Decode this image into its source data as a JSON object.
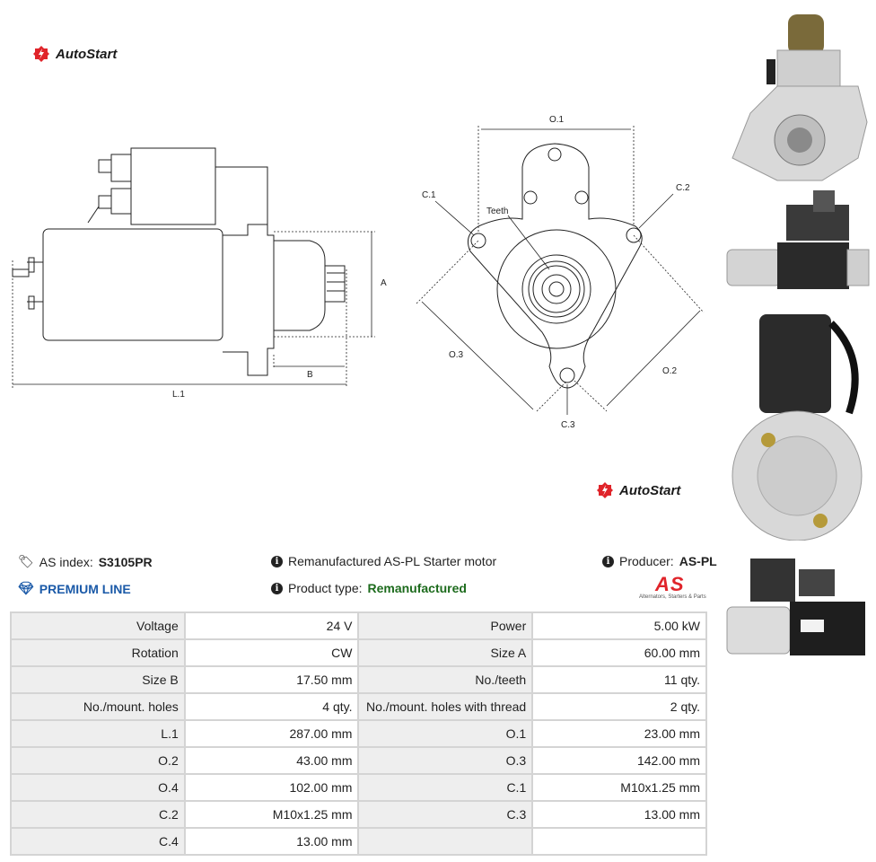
{
  "brand": {
    "name": "AutoStart",
    "accent": "#e0242a"
  },
  "drawing_labels": {
    "o1": "O.1",
    "c1": "C.1",
    "c2": "C.2",
    "c3": "C.3",
    "teeth": "Teeth",
    "o3": "O.3",
    "o2": "O.2",
    "a": "A",
    "b": "B",
    "l1": "L.1"
  },
  "thumbnails": [
    {
      "icon": "starter-front-photo"
    },
    {
      "icon": "starter-side-photo"
    },
    {
      "icon": "starter-rear-photo"
    },
    {
      "icon": "starter-side-label-photo"
    }
  ],
  "info": {
    "as_index_label": "AS index:",
    "as_index_value": "S3105PR",
    "description": "Remanufactured AS-PL Starter motor",
    "producer_label": "Producer:",
    "producer_value": "AS-PL",
    "premium": "PREMIUM LINE",
    "product_type_label": "Product type:",
    "product_type_value": "Remanufactured",
    "as_logo_text": "AS",
    "as_logo_sub": "Alternators, Starters & Parts"
  },
  "specs": [
    {
      "l1": "Voltage",
      "v1": "24 V",
      "l2": "Power",
      "v2": "5.00 kW"
    },
    {
      "l1": "Rotation",
      "v1": "CW",
      "l2": "Size A",
      "v2": "60.00 mm"
    },
    {
      "l1": "Size B",
      "v1": "17.50 mm",
      "l2": "No./teeth",
      "v2": "11 qty."
    },
    {
      "l1": "No./mount. holes",
      "v1": "4 qty.",
      "l2": "No./mount. holes with thread",
      "v2": "2 qty."
    },
    {
      "l1": "L.1",
      "v1": "287.00 mm",
      "l2": "O.1",
      "v2": "23.00 mm"
    },
    {
      "l1": "O.2",
      "v1": "43.00 mm",
      "l2": "O.3",
      "v2": "142.00 mm"
    },
    {
      "l1": "O.4",
      "v1": "102.00 mm",
      "l2": "C.1",
      "v2": "M10x1.25 mm"
    },
    {
      "l1": "C.2",
      "v1": "M10x1.25 mm",
      "l2": "C.3",
      "v2": "13.00 mm"
    },
    {
      "l1": "C.4",
      "v1": "13.00 mm",
      "l2": "",
      "v2": ""
    }
  ]
}
